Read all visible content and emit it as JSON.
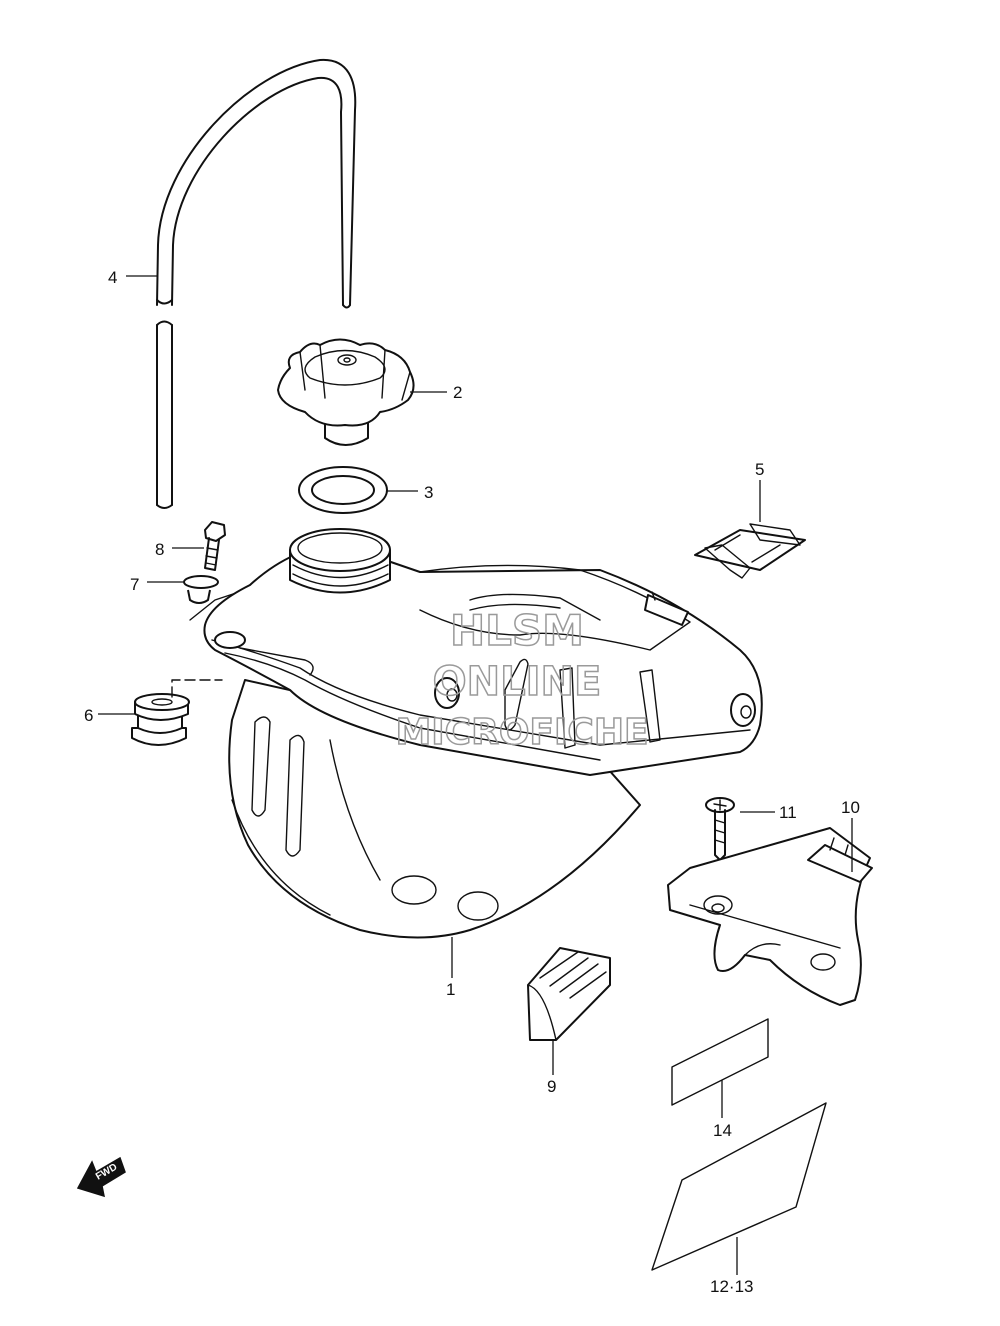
{
  "callouts": {
    "c1": "1",
    "c2": "2",
    "c3": "3",
    "c4": "4",
    "c5": "5",
    "c6": "6",
    "c7": "7",
    "c8": "8",
    "c9": "9",
    "c10": "10",
    "c11": "11",
    "c12_13": "12·13",
    "c14": "14"
  },
  "watermark": {
    "line1": "HLSM",
    "line2": "ONLINE",
    "line3": "MICROFICHE",
    "color": "#9a9a9a"
  },
  "fwd_label": "FWD"
}
